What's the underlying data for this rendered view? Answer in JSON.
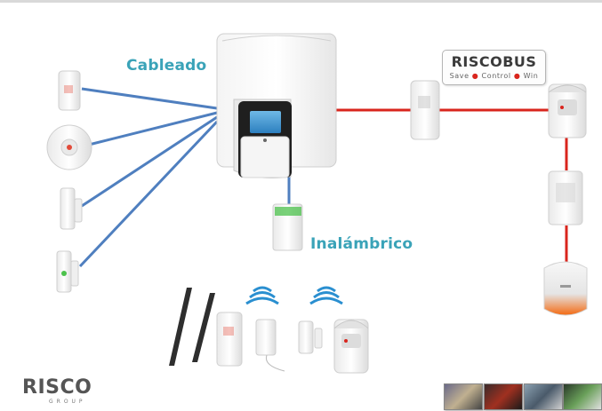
{
  "labels": {
    "wired": "Cableado",
    "wireless": "Inalámbrico"
  },
  "riscobus": {
    "title": "RISCOBUS",
    "tagline_words": [
      "Save",
      "Control",
      "Win"
    ]
  },
  "brand": {
    "name": "RISCO",
    "sub": "GROUP"
  },
  "colors": {
    "wired_line": "#4f7fbf",
    "bus_line": "#d9251d",
    "label": "#3aa3b8",
    "wireless_waves": "#2a8fd0"
  },
  "icons": [
    "control-panel-icon",
    "keypad-icon",
    "wireless-module-icon",
    "pir-detector-icon",
    "smoke-detector-icon",
    "magnetic-contact-icon",
    "beam-detector-icon",
    "wireless-wave-icon",
    "outdoor-detector-icon",
    "siren-icon"
  ]
}
